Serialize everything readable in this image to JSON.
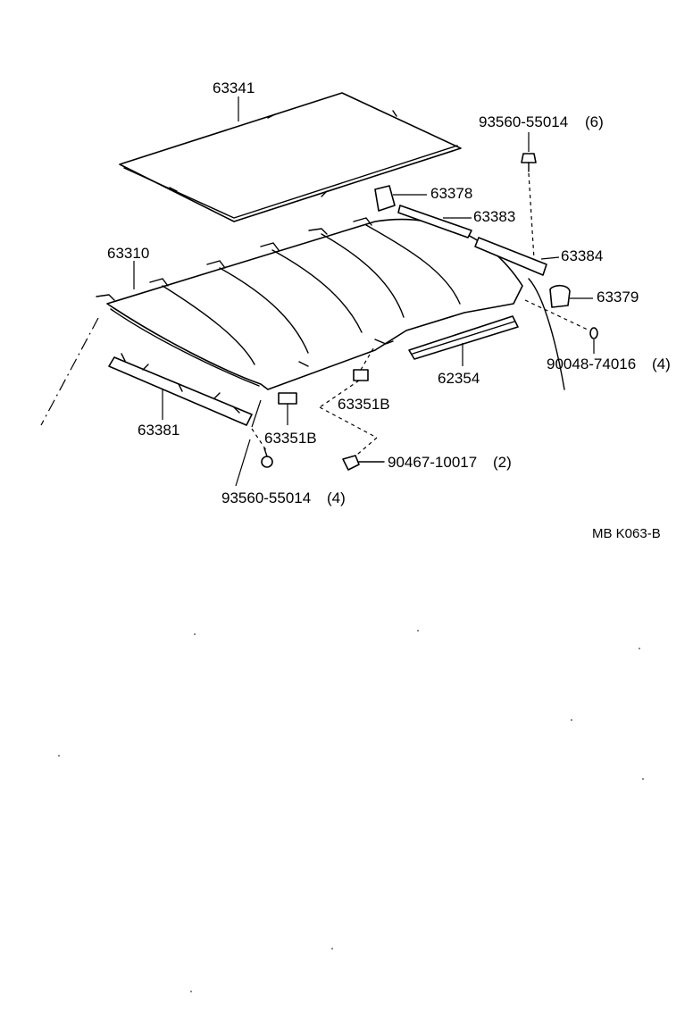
{
  "labels": {
    "p63341": "63341",
    "p93560_top": "93560-55014",
    "p93560_top_qty": "(6)",
    "p63378": "63378",
    "p63383": "63383",
    "p63310": "63310",
    "p63384": "63384",
    "p63379": "63379",
    "p62354": "62354",
    "p90048": "90048-74016",
    "p90048_qty": "(4)",
    "p63351b_a": "63351B",
    "p63381": "63381",
    "p63351b_b": "63351B",
    "p90467": "90467-10017",
    "p90467_qty": "(2)",
    "p93560_bot": "93560-55014",
    "p93560_bot_qty": "(4)",
    "diagram_code": "MB K063-B"
  }
}
